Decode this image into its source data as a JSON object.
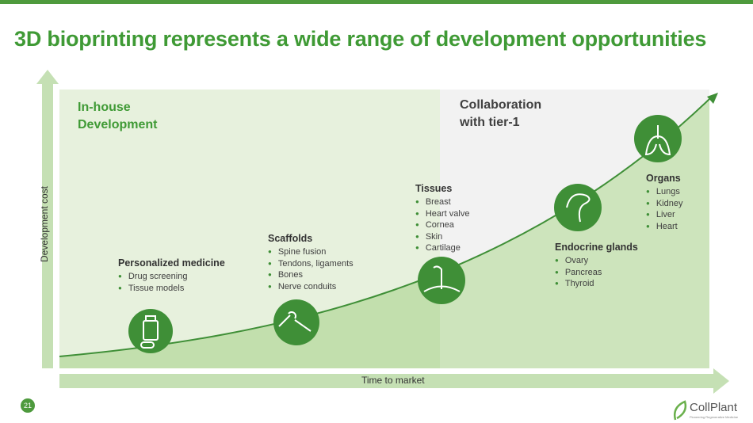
{
  "title": "3D bioprinting represents a wide range of development opportunities",
  "regions": {
    "inhouse": [
      "In-house",
      "Development"
    ],
    "collab": [
      "Collaboration",
      "with tier-1"
    ]
  },
  "axes": {
    "y": "Development cost",
    "x": "Time to market"
  },
  "groups": [
    {
      "title": "Personalized medicine",
      "items": [
        "Drug screening",
        "Tissue models"
      ],
      "icon": "pill-bottle-icon"
    },
    {
      "title": "Scaffolds",
      "items": [
        "Spine fusion",
        "Tendons, ligaments",
        "Bones",
        "Nerve conduits"
      ],
      "icon": "joint-bone-icon"
    },
    {
      "title": "Tissues",
      "items": [
        "Breast",
        "Heart valve",
        "Cornea",
        "Skin",
        "Cartilage"
      ],
      "icon": "skin-hair-icon"
    },
    {
      "title": "Endocrine glands",
      "items": [
        "Ovary",
        "Pancreas",
        "Thyroid"
      ],
      "icon": "pancreas-icon"
    },
    {
      "title": "Organs",
      "items": [
        "Lungs",
        "Kidney",
        "Liver",
        "Heart"
      ],
      "icon": "lungs-icon"
    }
  ],
  "page_number": "21",
  "logo": {
    "name": "CollPlant",
    "tagline": "Pioneering Regenerative Medicine"
  },
  "colors": {
    "primary": "#3f8f37",
    "title": "#3f9a35"
  }
}
